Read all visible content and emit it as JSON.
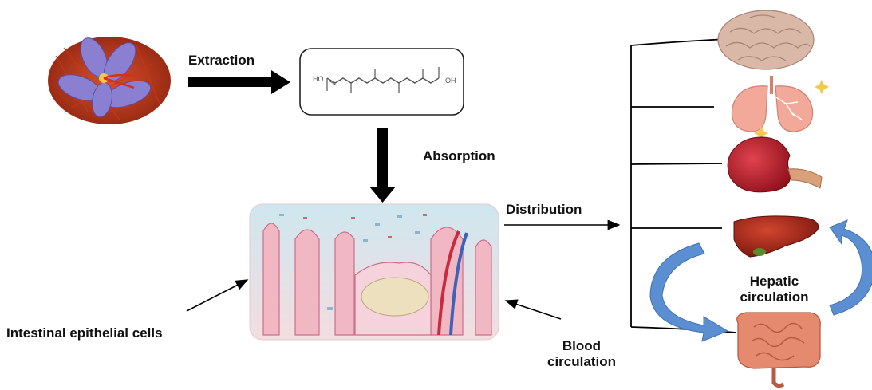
{
  "labels": {
    "extraction": "Extraction",
    "absorption": "Absorption",
    "distribution": "Distribution",
    "intestinal": "Intestinal epithelial cells",
    "blood_line1": "Blood",
    "blood_line2": "circulation",
    "hepatic_line1": "Hepatic",
    "hepatic_line2": "circulation"
  },
  "molecule": {
    "left_group": "HO",
    "right_group": "OH"
  },
  "colors": {
    "arrow_dark": "#000000",
    "hepatic_arrow": "#5b8fd1",
    "saffron_petal": "#8a7fd0",
    "saffron_bg": "#b8321a",
    "brain": "#d9b8a8",
    "lung": "#f2a99a",
    "kidney": "#b81d2b",
    "liver": "#a8281e",
    "intestine": "#e58a6e"
  },
  "icons": [
    "saffron-flower-icon",
    "crocetin-molecule-icon",
    "intestinal-villi-icon",
    "brain-icon",
    "lungs-icon",
    "kidney-icon",
    "liver-icon",
    "intestine-icon"
  ]
}
